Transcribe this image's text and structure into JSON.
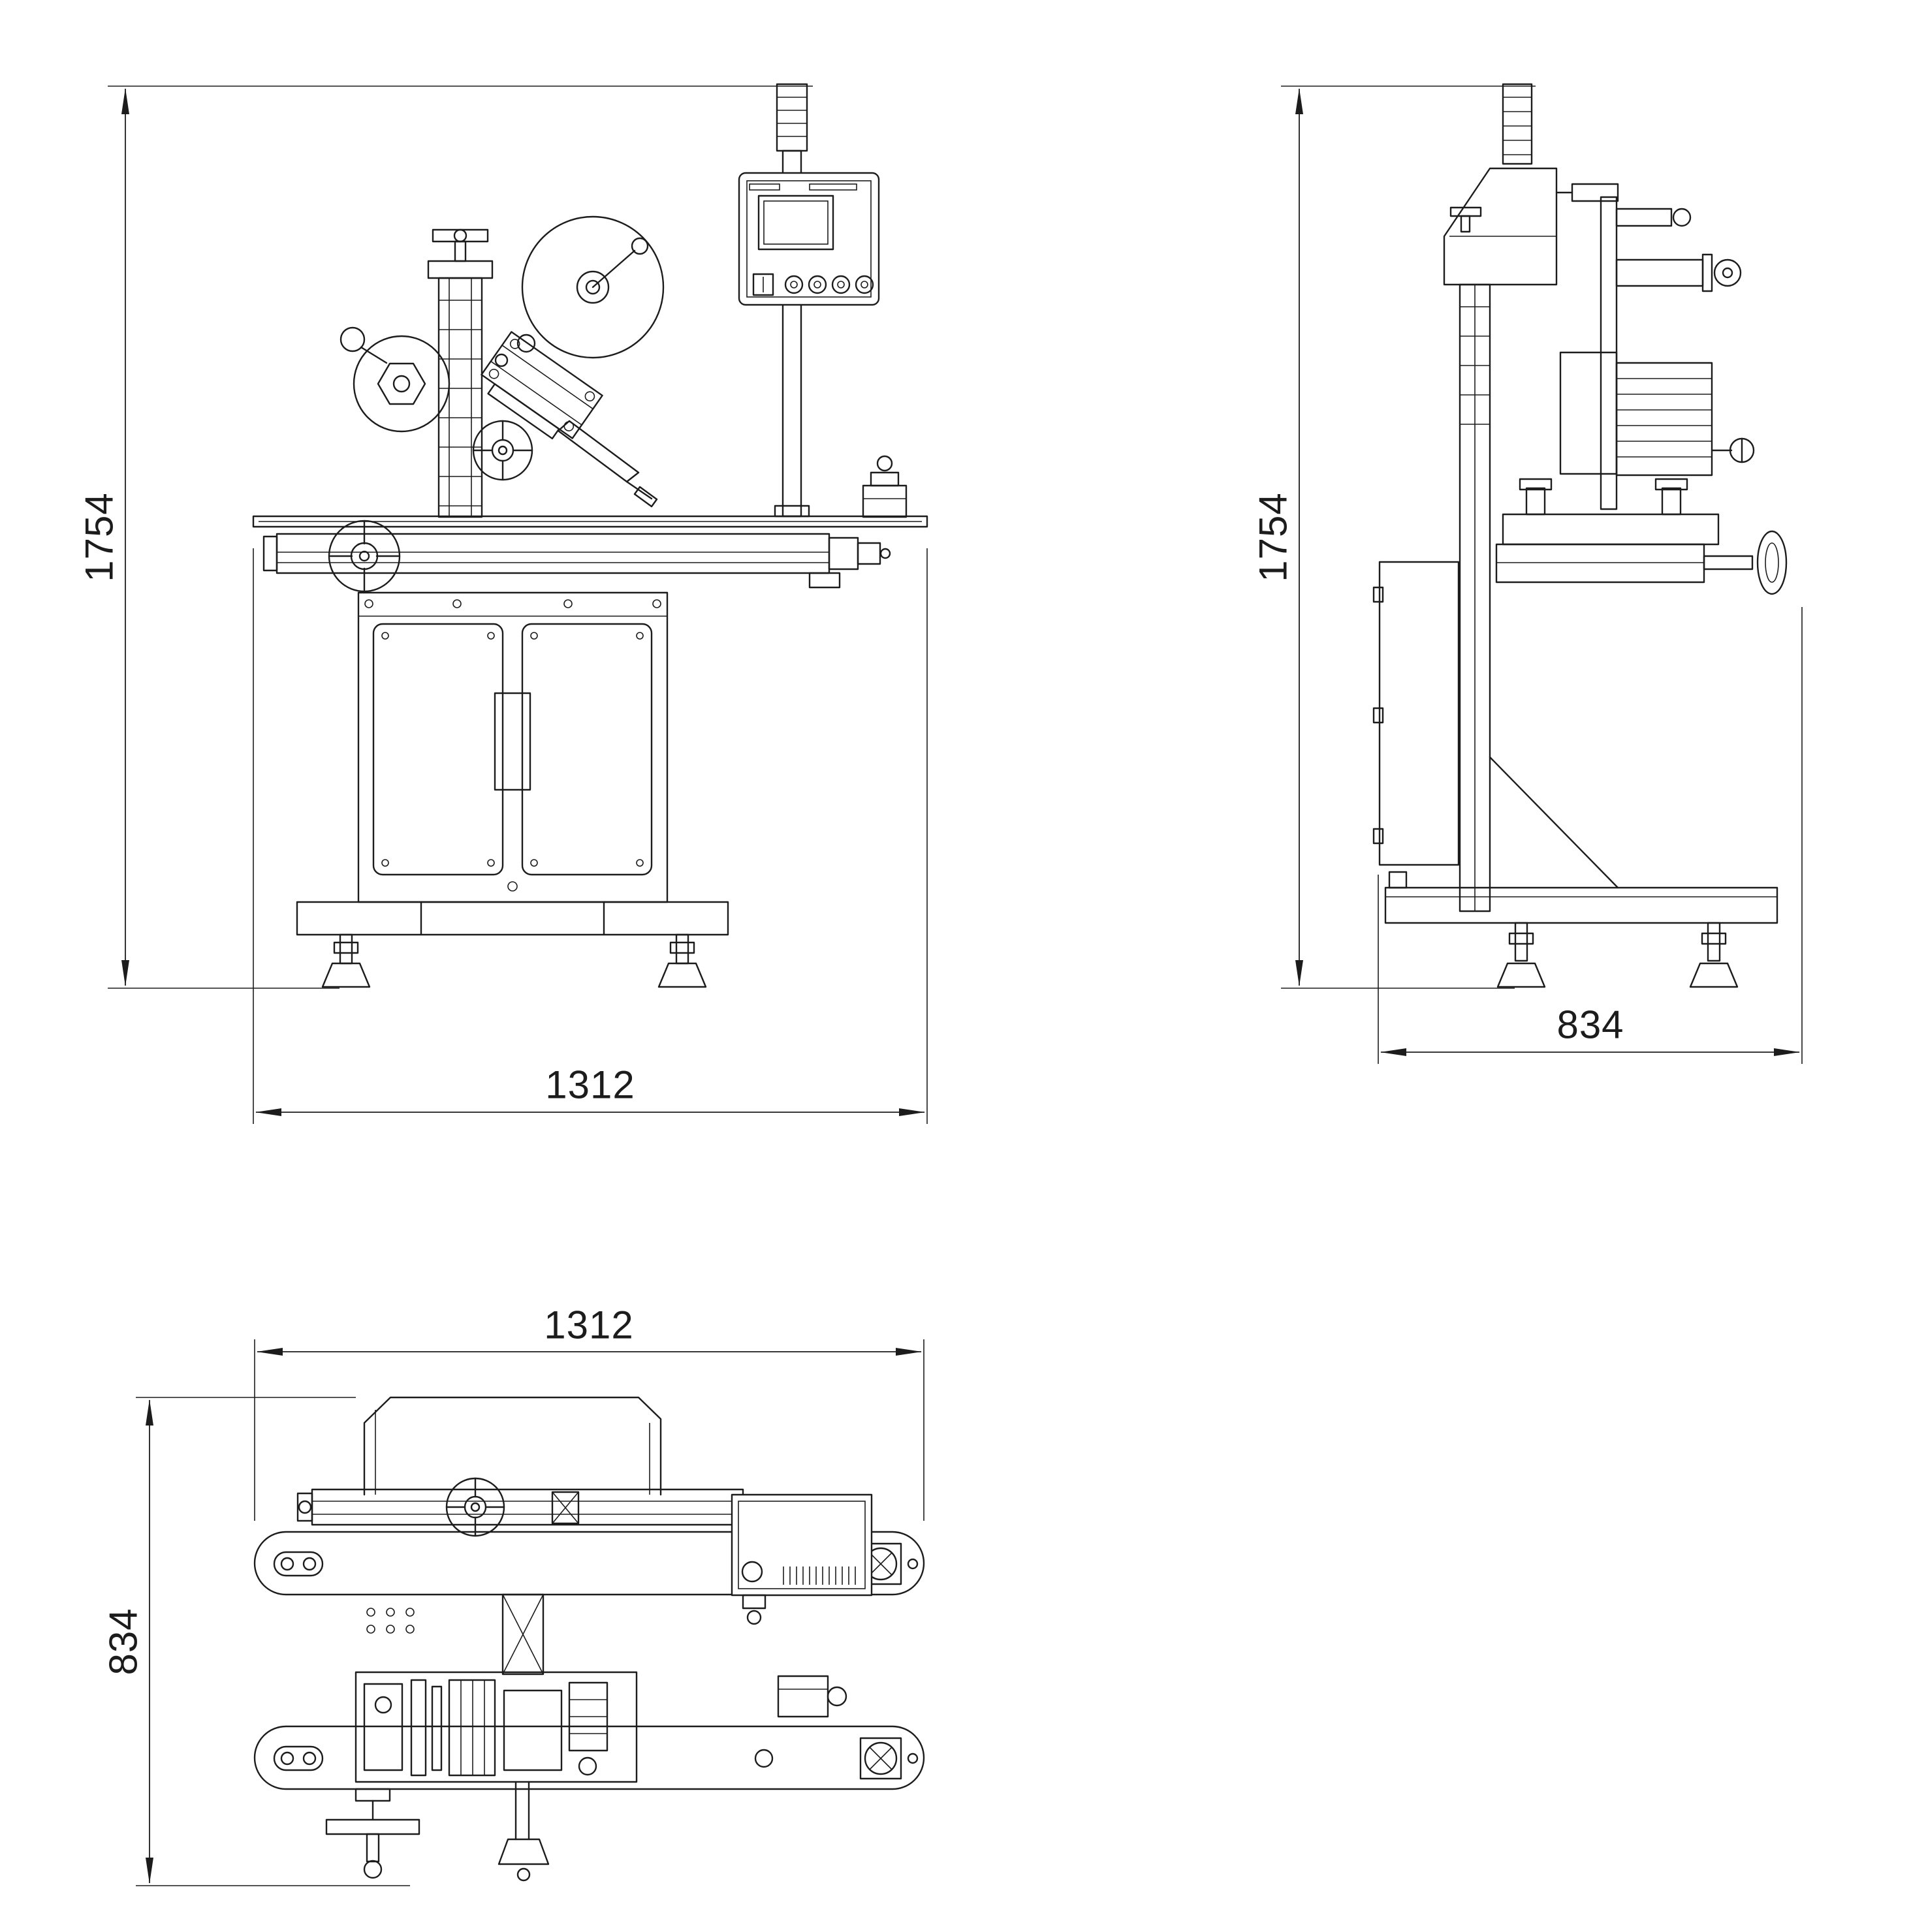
{
  "drawing": {
    "background": "#ffffff",
    "line_color": "#1c1c1c",
    "views": {
      "front": {
        "height": "1754",
        "width": "1312"
      },
      "side": {
        "height": "1754",
        "depth": "834"
      },
      "top": {
        "width": "1312",
        "depth": "834"
      }
    }
  }
}
